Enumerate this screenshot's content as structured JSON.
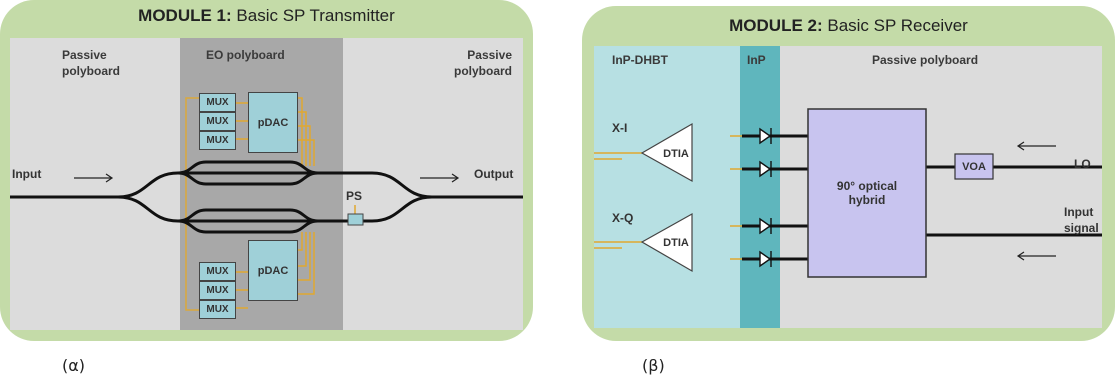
{
  "module1": {
    "title_bold": "MODULE 1:",
    "title_rest": " Basic SP Transmitter",
    "left_panel": [
      "Passive",
      "polyboard"
    ],
    "center_panel": "EO polyboard",
    "right_panel": [
      "Passive",
      "polyboard"
    ],
    "mux_label": "MUX",
    "pdac_label": "pDAC",
    "input_label": "Input",
    "output_label": "Output",
    "ps_label": "PS"
  },
  "module2": {
    "title_bold": "MODULE 2:",
    "title_rest": " Basic SP Receiver",
    "inp_dhbt_label": "InP-DHBT",
    "inp_label": "InP",
    "passive_label": "Passive polyboard",
    "xi_label": "X-I",
    "xq_label": "X-Q",
    "dtia_label": "DTIA",
    "hybrid_label": [
      "90° optical",
      "hybrid"
    ],
    "voa_label": "VOA",
    "lo_label": "LO",
    "input_signal_label": [
      "Input",
      "signal"
    ]
  },
  "captions": {
    "a": "(α)",
    "b": "(β)"
  },
  "colors": {
    "module_bg": "#c4dba8",
    "passive_bg": "#dcdcdc",
    "eo_bg": "#a8a8a8",
    "component_fill": "#9fd0d8",
    "inp_dhbt_bg": "#b7e0e3",
    "inp_bg": "#5fb6bd",
    "hybrid_fill": "#c8c4ef",
    "electrical_line": "#e0a830"
  }
}
